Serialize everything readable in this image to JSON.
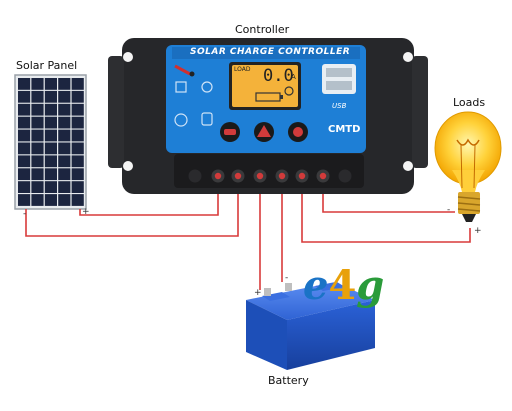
{
  "labels": {
    "controller": "Controller",
    "solar_panel": "Solar Panel",
    "loads": "Loads",
    "battery": "Battery"
  },
  "controller_face": {
    "title": "SOLAR CHARGE CONTROLLER",
    "brand": "CMTD",
    "lcd_tag": "LOAD",
    "lcd_value": "0.0",
    "lcd_unit": "A",
    "usb_label": "USB"
  },
  "polarity": {
    "plus": "+",
    "minus": "-"
  },
  "logo": {
    "e": "e",
    "four": "4",
    "g": "g"
  },
  "colors": {
    "wire": "#d93a3a",
    "controller_blue": "#1e7fd6",
    "lcd": "#f4b23a",
    "battery_blue": "#1f56c8"
  }
}
